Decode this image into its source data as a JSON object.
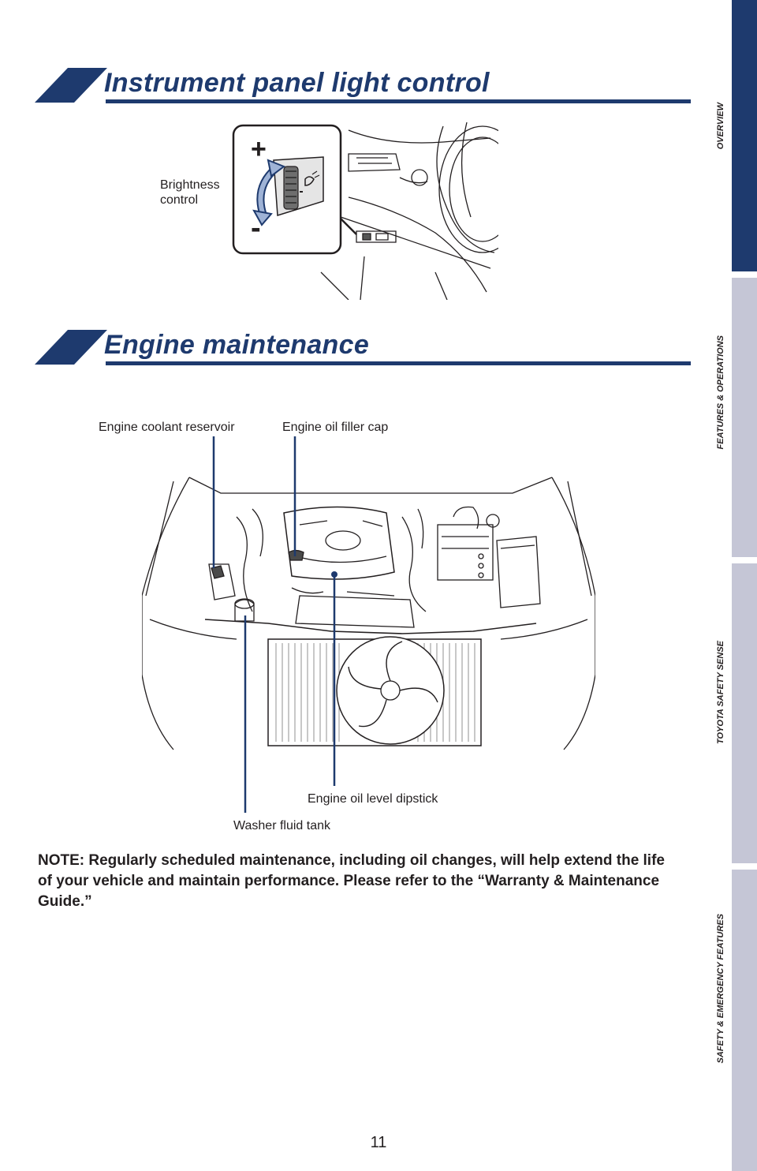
{
  "sections": {
    "instrument": {
      "title": "Instrument panel light control",
      "brightness_label_line1": "Brightness",
      "brightness_label_line2": "control",
      "plus": "+",
      "minus": "-"
    },
    "engine": {
      "title": "Engine maintenance",
      "callouts": {
        "coolant": "Engine coolant reservoir",
        "oil_cap": "Engine oil filler cap",
        "dipstick": "Engine oil level dipstick",
        "washer": "Washer fluid tank"
      }
    }
  },
  "note": "NOTE: Regularly scheduled maintenance, including oil changes, will help extend the life of your vehicle and maintain performance. Please refer to the “Warranty & Maintenance Guide.”",
  "side_nav": {
    "items": [
      {
        "label": "OVERVIEW",
        "active": true
      },
      {
        "label": "FEATURES & OPERATIONS",
        "active": false
      },
      {
        "label": "TOYOTA SAFETY SENSE",
        "active": false
      },
      {
        "label": "SAFETY & EMERGENCY FEATURES",
        "active": false
      }
    ]
  },
  "page_number": "11",
  "colors": {
    "brand_navy": "#1e3a6e",
    "tab_inactive": "#c5c6d6",
    "text": "#231f20"
  }
}
